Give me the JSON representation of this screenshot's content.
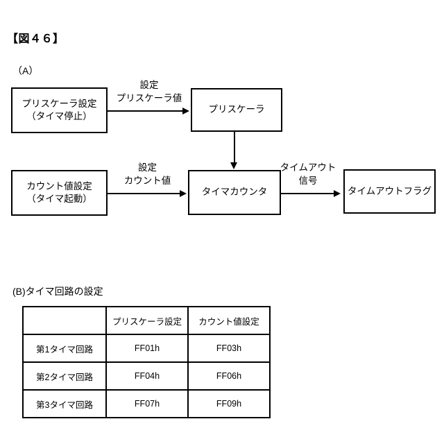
{
  "figure": {
    "title": "【図４６】"
  },
  "sections": {
    "a": {
      "label": "（A）"
    },
    "b": {
      "label": "(B)タイマ回路の設定"
    }
  },
  "diagram": {
    "nodes": [
      {
        "id": "prescaler-setting",
        "line1": "プリスケーラ設定",
        "line2": "（タイマ停止）"
      },
      {
        "id": "prescaler",
        "line1": "プリスケーラ",
        "line2": ""
      },
      {
        "id": "count-setting",
        "line1": "カウント値設定",
        "line2": "（タイマ起動）"
      },
      {
        "id": "timer-counter",
        "line1": "タイマカウンタ",
        "line2": ""
      },
      {
        "id": "timeout-flag",
        "line1": "タイムアウトフラグ",
        "line2": ""
      }
    ],
    "edges": [
      {
        "id": "set-prescaler-value",
        "line1": "設定",
        "line2": "プリスケーラ値"
      },
      {
        "id": "set-count-value",
        "line1": "設定",
        "line2": "カウント値"
      },
      {
        "id": "timeout-signal",
        "line1": "タイムアウト",
        "line2": "信号"
      }
    ]
  },
  "table": {
    "headers": [
      "",
      "プリスケーラ設定",
      "カウント値設定"
    ],
    "rows": [
      {
        "label": "第1タイマ回路",
        "prescaler": "FF01h",
        "count": "FF03h"
      },
      {
        "label": "第2タイマ回路",
        "prescaler": "FF04h",
        "count": "FF06h"
      },
      {
        "label": "第3タイマ回路",
        "prescaler": "FF07h",
        "count": "FF09h"
      }
    ]
  },
  "colors": {
    "ink": "#000000",
    "paper": "#ffffff"
  }
}
